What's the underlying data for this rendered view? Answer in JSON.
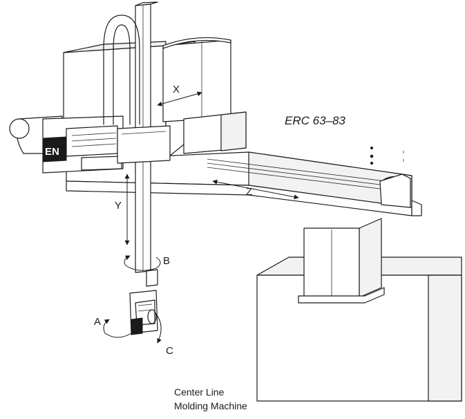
{
  "model": "ERC 63–83",
  "brand_mark": "EN",
  "axes": {
    "x": "X",
    "y": "Y",
    "z": "Z",
    "a": "A",
    "b": "B",
    "c": "C"
  },
  "caption": {
    "line1": "Center Line",
    "line2": "Molding Machine"
  }
}
